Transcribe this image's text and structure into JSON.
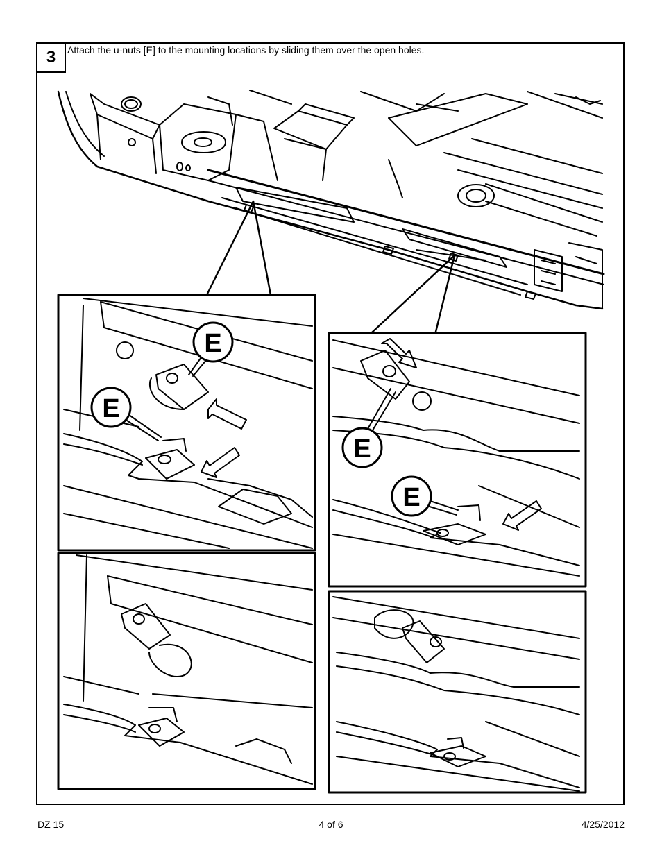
{
  "step": {
    "number": "3",
    "instruction": "Attach the u-nuts [E] to the mounting locations by sliding them over the open holes."
  },
  "callout_label": "E",
  "footer": {
    "left": "DZ 15",
    "center": "4 of 6",
    "right": "4/25/2012"
  }
}
